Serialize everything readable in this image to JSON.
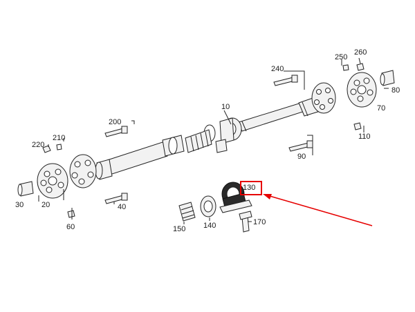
{
  "diagram": {
    "labels": {
      "p10": "10",
      "p20": "20",
      "p30": "30",
      "p40": "40",
      "p60": "60",
      "p70": "70",
      "p80": "80",
      "p90": "90",
      "p110": "110",
      "p130": "130",
      "p140": "140",
      "p150": "150",
      "p170": "170",
      "p200": "200",
      "p210": "210",
      "p220": "220",
      "p240": "240",
      "p250": "250",
      "p260": "260"
    },
    "highlight": {
      "part": "130",
      "color": "#e60000"
    }
  }
}
